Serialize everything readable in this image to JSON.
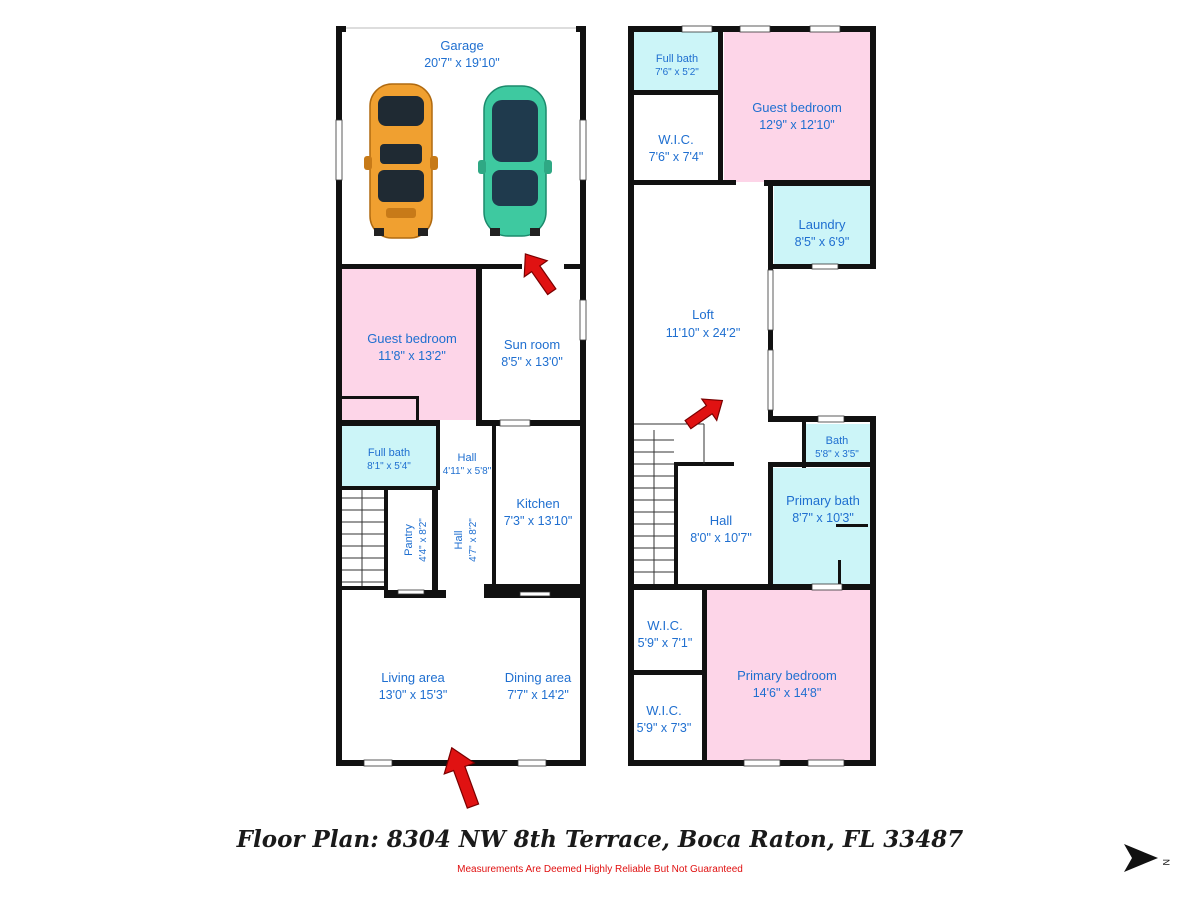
{
  "title": "Floor Plan: 8304 NW 8th Terrace, Boca Raton, FL 33487",
  "disclaimer": "Measurements Are Deemed Highly Reliable But Not Guaranteed",
  "compass_label": "N",
  "colors": {
    "bedroom": "#fdd5e8",
    "bath": "#ccf5f8",
    "wall": "#111111",
    "label": "#1f6fd0",
    "arrow": "#e01212",
    "car_orange": "#f0a030",
    "car_teal": "#3ec9a0",
    "disclaimer": "#e01010"
  },
  "rooms": {
    "garage": {
      "name": "Garage",
      "dim": "20'7\" x 19'10\""
    },
    "guest_bedroom_1": {
      "name": "Guest bedroom",
      "dim": "11'8\" x 13'2\""
    },
    "sun_room": {
      "name": "Sun room",
      "dim": "8'5\" x 13'0\""
    },
    "full_bath_1": {
      "name": "Full bath",
      "dim": "8'1\" x 5'4\""
    },
    "hall_1": {
      "name": "Hall",
      "dim": "4'11\" x 5'8\""
    },
    "kitchen": {
      "name": "Kitchen",
      "dim": "7'3\" x 13'10\""
    },
    "pantry": {
      "name": "Pantry",
      "dim": "4'4\" x 8'2\""
    },
    "hall_2": {
      "name": "Hall",
      "dim": "4'7\" x 8'2\""
    },
    "living_area": {
      "name": "Living area",
      "dim": "13'0\" x 15'3\""
    },
    "dining_area": {
      "name": "Dining area",
      "dim": "7'7\" x 14'2\""
    },
    "full_bath_2": {
      "name": "Full bath",
      "dim": "7'6\" x 5'2\""
    },
    "guest_bedroom_2": {
      "name": "Guest bedroom",
      "dim": "12'9\" x 12'10\""
    },
    "wic_1": {
      "name": "W.I.C.",
      "dim": "7'6\" x 7'4\""
    },
    "laundry": {
      "name": "Laundry",
      "dim": "8'5\" x 6'9\""
    },
    "loft": {
      "name": "Loft",
      "dim": "11'10\" x 24'2\""
    },
    "bath": {
      "name": "Bath",
      "dim": "5'8\" x 3'5\""
    },
    "primary_bath": {
      "name": "Primary bath",
      "dim": "8'7\" x 10'3\""
    },
    "hall_3": {
      "name": "Hall",
      "dim": "8'0\" x 10'7\""
    },
    "wic_2": {
      "name": "W.I.C.",
      "dim": "5'9\" x 7'1\""
    },
    "primary_bedroom": {
      "name": "Primary bedroom",
      "dim": "14'6\" x 14'8\""
    },
    "wic_3": {
      "name": "W.I.C.",
      "dim": "5'9\" x 7'3\""
    }
  }
}
